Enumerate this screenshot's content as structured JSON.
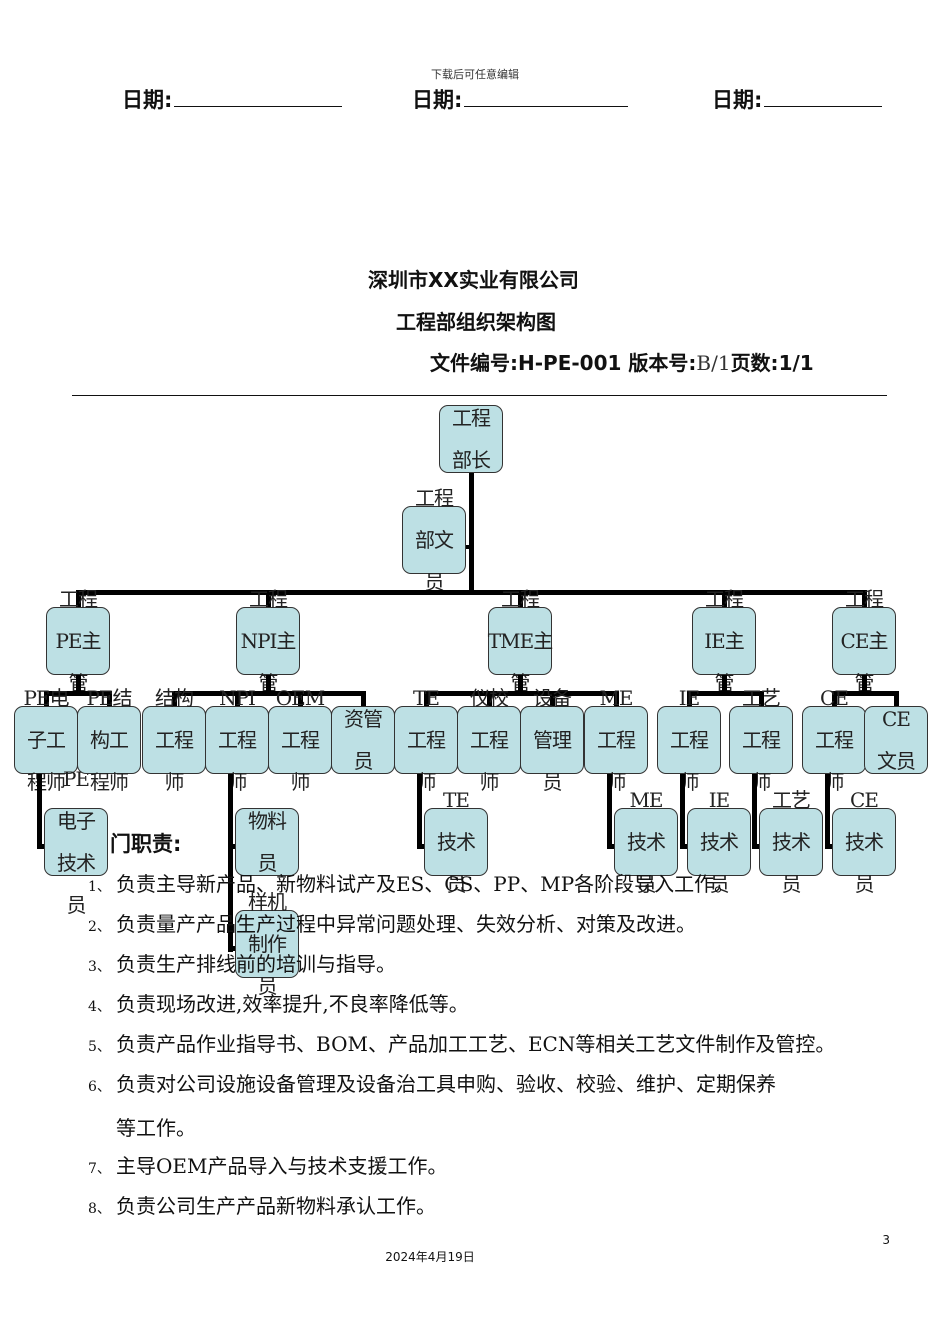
{
  "header": {
    "note": "下载后可任意编辑",
    "date_label": "日期:",
    "date_fields": [
      "",
      "",
      ""
    ]
  },
  "document": {
    "company": "深圳市XX实业有限公司",
    "title": "工程部组织架构图",
    "file_no_label": "文件编号:",
    "file_no": "H-PE-001",
    "version_label": "版本号:",
    "version": "B/1",
    "pages_label": "页数:",
    "pages": "1/1"
  },
  "org_chart": {
    "box_color": "#bde0e4",
    "root": {
      "id": "head",
      "text": "工程\n部长"
    },
    "assistant": {
      "id": "clerk",
      "text": "工程\n部文\n员"
    },
    "managers": [
      {
        "id": "pe",
        "text": "工程\nPE主\n管",
        "staff": [
          {
            "text": "PE电\n子工\n程师",
            "sub": [
              {
                "text": "PE\n电子\n技术\n员"
              }
            ]
          },
          {
            "text": "PE结\n构工\n程师"
          }
        ]
      },
      {
        "id": "npi",
        "text": "工程\nNPI主\n管",
        "staff": [
          {
            "text": "结构\n工程\n师"
          },
          {
            "text": "NPI\n工程\n师",
            "sub": [
              {
                "text": "物料\n员"
              },
              {
                "text": "样机\n制作\n员"
              }
            ]
          },
          {
            "text": "OEM\n工程\n师"
          },
          {
            "text": "资管\n员"
          }
        ]
      },
      {
        "id": "tme",
        "text": "工程\nTME主\n管",
        "staff": [
          {
            "text": "TE\n工程\n师",
            "sub": [
              {
                "text": "TE\n技术\n员"
              }
            ]
          },
          {
            "text": "仪校\n工程\n师"
          },
          {
            "text": "设备\n管理\n员"
          },
          {
            "text": "ME\n工程\n师",
            "sub": [
              {
                "text": "ME\n技术\n员"
              }
            ]
          }
        ]
      },
      {
        "id": "ie",
        "text": "工程\nIE主\n管",
        "staff": [
          {
            "text": "IE\n工程\n师",
            "sub": [
              {
                "text": "IE\n技术\n员"
              }
            ]
          },
          {
            "text": "工艺\n工程\n师",
            "sub": [
              {
                "text": "工艺\n技术\n员"
              }
            ]
          }
        ]
      },
      {
        "id": "ce",
        "text": "工程\nCE主\n管",
        "staff": [
          {
            "text": "CE\n工程\n师",
            "sub": [
              {
                "text": "CE\n技术\n员"
              }
            ]
          },
          {
            "text": "CE\n文员"
          }
        ]
      }
    ]
  },
  "duties": {
    "heading": "门职责:",
    "items": [
      {
        "num": "1、",
        "text": "负责主导新产品、新物料试产及ES、CS、PP、MP各阶段导入工作。"
      },
      {
        "num": "2、",
        "text": "负责量产产品生产过程中异常问题处理、失效分析、对策及改进。"
      },
      {
        "num": "3、",
        "text": "负责生产排线前的培训与指导。"
      },
      {
        "num": "4、",
        "text": "负责现场改进,效率提升,不良率降低等。"
      },
      {
        "num": "5、",
        "text": "负责产品作业指导书、BOM、产品加工工艺、ECN等相关工艺文件制作及管控。"
      },
      {
        "num": "6、",
        "text": "负责对公司设施设备管理及设备治工具申购、验收、校验、维护、定期保养",
        "cont": "等工作。"
      },
      {
        "num": "7、",
        "text": "主导OEM产品导入与技术支援工作。"
      },
      {
        "num": "8、",
        "text": "负责公司生产产品新物料承认工作。"
      }
    ]
  },
  "footer": {
    "page_number": "3",
    "date": "2024年4月19日"
  }
}
